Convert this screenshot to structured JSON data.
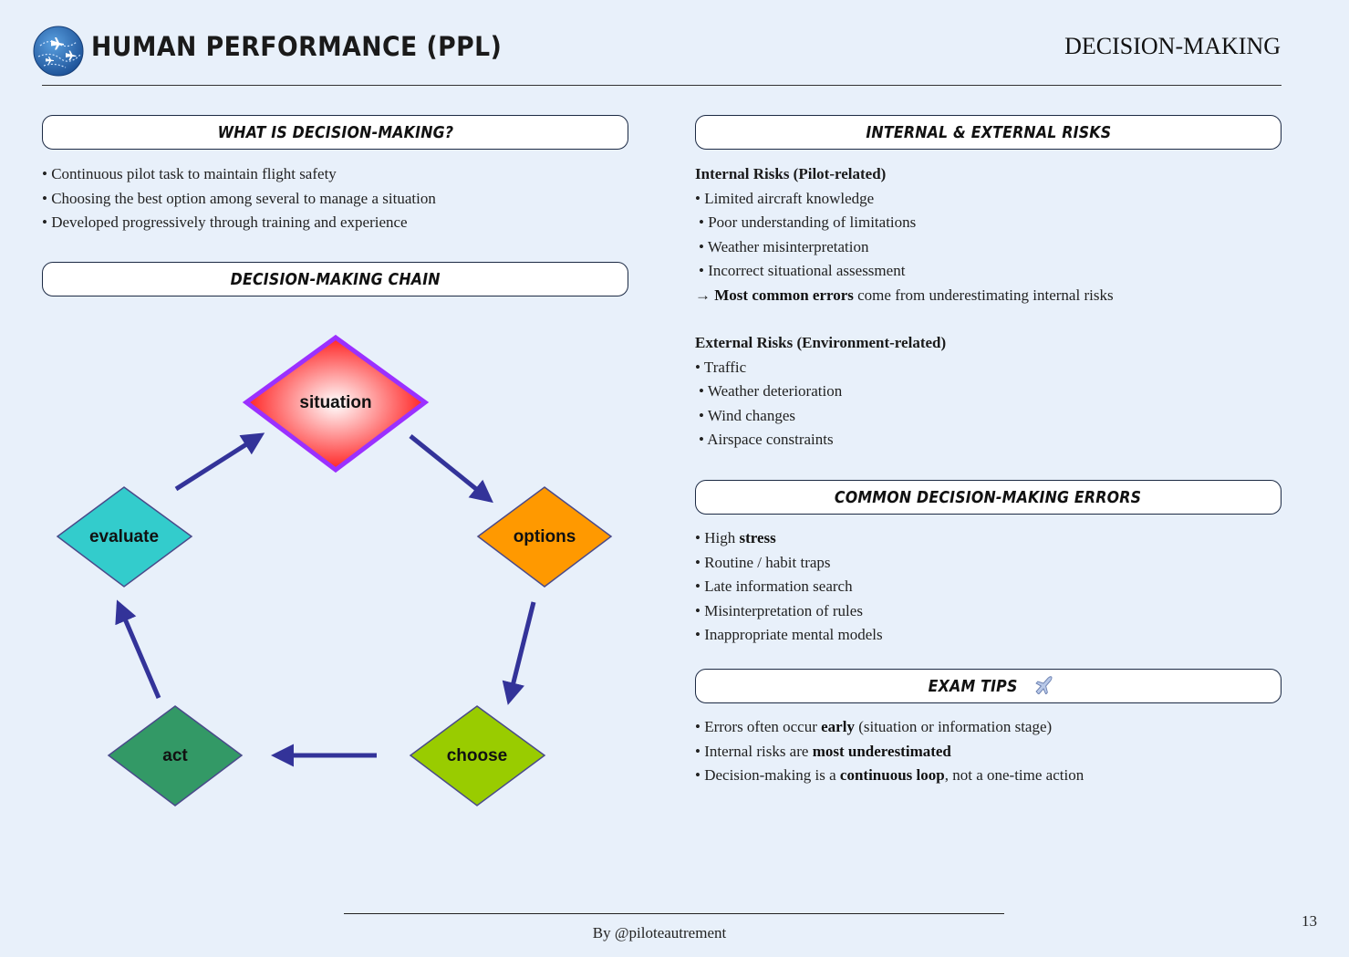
{
  "header": {
    "logo_icon": "globe-airplane-icon",
    "title": "HUMAN PERFORMANCE (PPL)",
    "topic": "DECISION-MAKING"
  },
  "what_is": {
    "title": "WHAT IS DECISION-MAKING?",
    "items": [
      "Continuous pilot task to maintain flight safety",
      "Choosing the best option among several to manage a situation",
      "Developed progressively through training and experience"
    ]
  },
  "chain": {
    "title": "DECISION-MAKING CHAIN",
    "nodes": [
      {
        "label": "situation",
        "color": "#ff1a1a",
        "border": "#9b30ff"
      },
      {
        "label": "options",
        "color": "#ff9900",
        "border": "#4a4a8a"
      },
      {
        "label": "choose",
        "color": "#99cc00",
        "border": "#4a4a8a"
      },
      {
        "label": "act",
        "color": "#339966",
        "border": "#4a4a8a"
      },
      {
        "label": "evaluate",
        "color": "#33cccc",
        "border": "#4a4a8a"
      }
    ],
    "arrow_color": "#333399"
  },
  "risks": {
    "title": "INTERNAL & EXTERNAL RISKS",
    "internal_heading": "Internal Risks (Pilot-related)",
    "internal_items": [
      "Limited aircraft knowledge",
      "Poor understanding of limitations",
      "Weather misinterpretation",
      "Incorrect situational assessment"
    ],
    "note_prefix": "→ ",
    "note_bold": "Most common errors",
    "note_rest": " come from underestimating internal risks",
    "external_heading": "External Risks (Environment-related)",
    "external_items": [
      "Traffic",
      "Weather deterioration",
      "Wind changes",
      "Airspace constraints"
    ]
  },
  "errors": {
    "title": "COMMON DECISION-MAKING ERRORS",
    "item0_pre": "High ",
    "item0_bold": "stress",
    "items": [
      "Routine / habit traps",
      "Late information search",
      "Misinterpretation of rules",
      "Inappropriate mental models"
    ]
  },
  "tips": {
    "title": "EXAM TIPS",
    "icon": "✈️",
    "items": [
      {
        "pre": "Errors often occur ",
        "bold": "early",
        "post": " (situation or information stage)"
      },
      {
        "pre": "Internal risks are ",
        "bold": "most underestimated",
        "post": ""
      },
      {
        "pre": "Decision-making is a ",
        "bold": "continuous loop",
        "post": ", not a one-time action"
      }
    ]
  },
  "footer": {
    "credit": "By @piloteautrement",
    "page_number": "13"
  }
}
